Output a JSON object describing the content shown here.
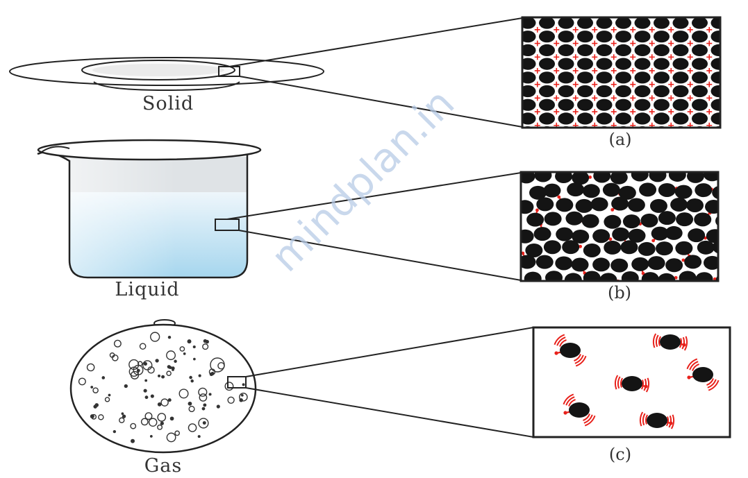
{
  "states": {
    "solid": {
      "label": "Solid",
      "panel_label": "(a)"
    },
    "liquid": {
      "label": "Liquid",
      "panel_label": "(b)"
    },
    "gas": {
      "label": "Gas",
      "panel_label": "(c)"
    }
  },
  "watermark": "mindplan.in",
  "colors": {
    "particle": "#141414",
    "motion": "#e8211b",
    "liquid_top": "#d7dce0",
    "liquid_bottom": "#a9d8ee",
    "outline": "#222222",
    "watermark": "#b7cbe6"
  }
}
